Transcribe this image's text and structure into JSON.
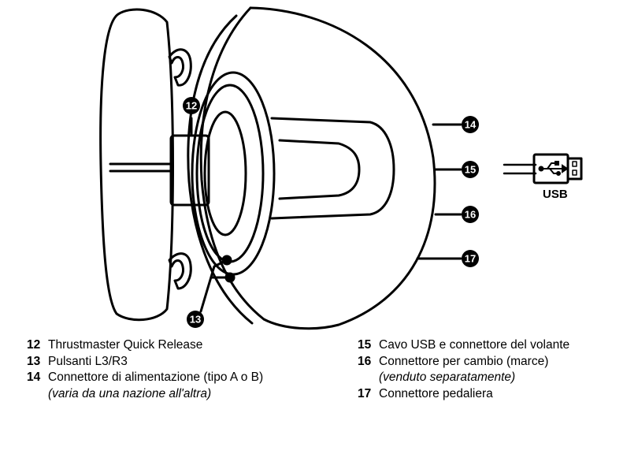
{
  "callouts": {
    "c12": "12",
    "c13": "13",
    "c14": "14",
    "c15": "15",
    "c16": "16",
    "c17": "17"
  },
  "usb_label": "USB",
  "legend": {
    "left": [
      {
        "num": "12",
        "text": "Thrustmaster Quick Release",
        "note": ""
      },
      {
        "num": "13",
        "text": "Pulsanti L3/R3",
        "note": ""
      },
      {
        "num": "14",
        "text": "Connettore di alimentazione (tipo A o B)",
        "note": "(varia da una nazione all'altra)"
      }
    ],
    "right": [
      {
        "num": "15",
        "text": "Cavo USB e connettore del volante",
        "note": ""
      },
      {
        "num": "16",
        "text": "Connettore per cambio (marce)",
        "note": "(venduto separatamente)"
      },
      {
        "num": "17",
        "text": "Connettore pedaliera",
        "note": ""
      }
    ]
  }
}
